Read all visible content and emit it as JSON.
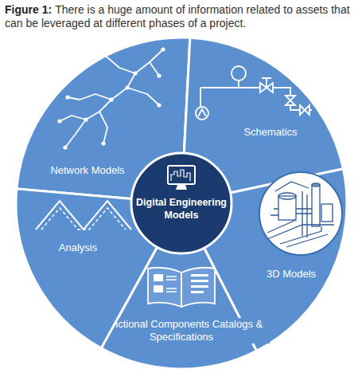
{
  "diagram": {
    "title": "Figure 1:",
    "caption": "There is a huge amount of information related to assets that can be leveraged at different phases of a project.",
    "nodes": [
      {
        "text": [
          "Network Models"
        ]
      },
      {
        "text": [
          "Schematics"
        ]
      },
      {
        "text": [
          "3D Models"
        ]
      },
      {
        "text": [
          "Functional Components Catalogs & Specifications"
        ]
      },
      {
        "text": [
          "Analysis"
        ]
      },
      {
        "text": [
          "Digital Engineering Models"
        ]
      }
    ]
  }
}
